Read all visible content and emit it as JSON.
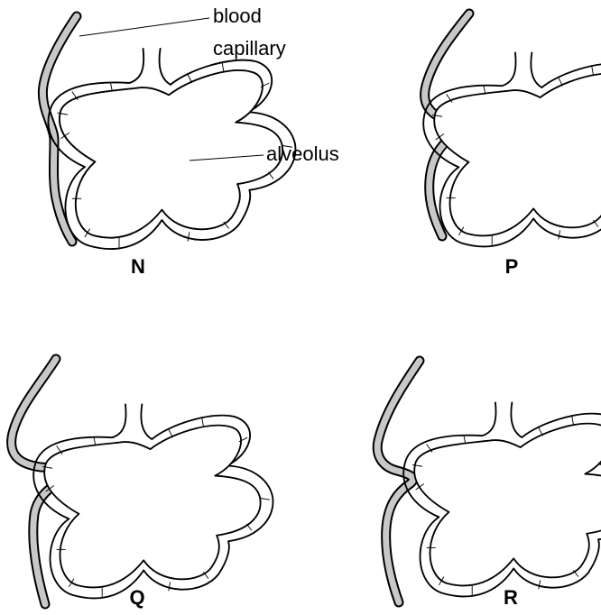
{
  "figure": {
    "labels": {
      "blood_capillary": "blood\ncapillary",
      "alveolus": "alveolus"
    },
    "panels": [
      {
        "letter": "N"
      },
      {
        "letter": "P"
      },
      {
        "letter": "Q"
      },
      {
        "letter": "R"
      }
    ]
  }
}
